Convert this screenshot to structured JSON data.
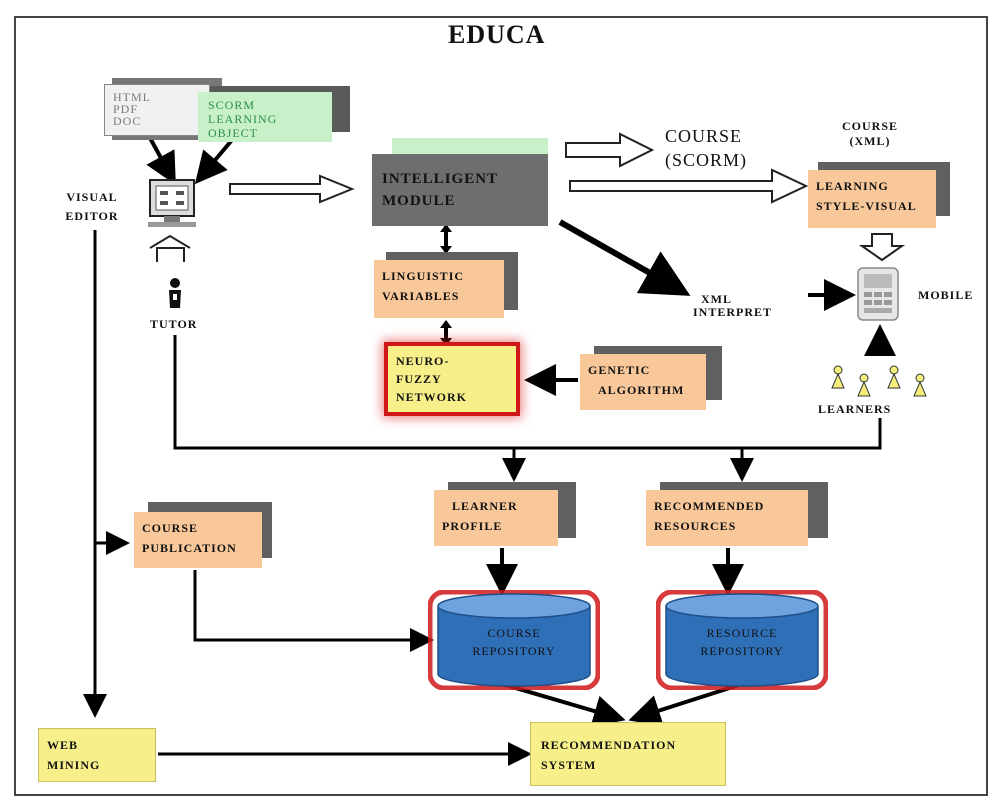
{
  "title": "EDUCA",
  "docs": {
    "lines": [
      "HTML",
      "PDF",
      "DOC"
    ]
  },
  "scorm_object": [
    "SCORM",
    "LEARNING",
    "OBJECT"
  ],
  "visual_editor": [
    "VISUAL",
    "EDITOR"
  ],
  "tutor": "TUTOR",
  "intelligent_module": [
    "INTELLIGENT",
    "MODULE"
  ],
  "course_scorm": [
    "COURSE",
    "(SCORM)"
  ],
  "course_xml": [
    "COURSE",
    "(XML)"
  ],
  "learning_style": [
    "LEARNING",
    "STYLE-VISUAL"
  ],
  "mobile": "MOBILE",
  "xml_interpret": [
    "XML",
    "INTERPRET"
  ],
  "linguistic": [
    "LINGUISTIC",
    "VARIABLES"
  ],
  "neuro_fuzzy": [
    "NEURO-",
    "FUZZY",
    "NETWORK"
  ],
  "genetic": [
    "GENETIC",
    "ALGORITHM"
  ],
  "learners": "LEARNERS",
  "learner_profile": [
    "LEARNER",
    "PROFILE"
  ],
  "recommended": [
    "RECOMMENDED",
    "RESOURCES"
  ],
  "course_publication": [
    "COURSE",
    "PUBLICATION"
  ],
  "course_repo": [
    "COURSE",
    "REPOSITORY"
  ],
  "resource_repo": [
    "RESOURCE",
    "REPOSITORY"
  ],
  "web_mining": [
    "WEB",
    "MINING"
  ],
  "recommendation_system": [
    "RECOMMENDATION",
    "SYSTEM"
  ],
  "colors": {
    "orange": "#f9c89a",
    "yellow": "#f7f08a",
    "green": "#c9f1c9",
    "blue": "#2f6fb8",
    "red": "#d01818"
  }
}
